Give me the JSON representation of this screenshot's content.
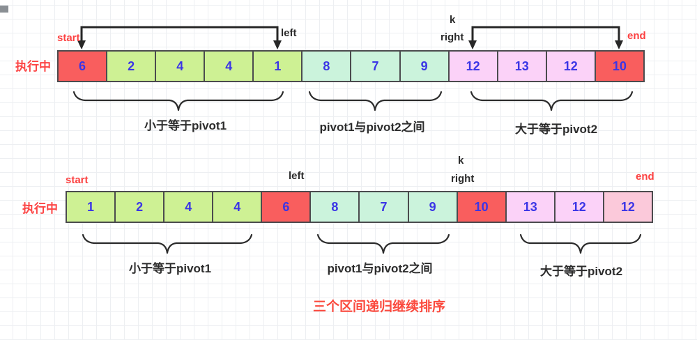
{
  "palette": {
    "cell_red": "#f95e5e",
    "cell_green": "#cef194",
    "cell_mint": "#cbf3dc",
    "cell_violet": "#fbd2f8",
    "cell_rose": "#fbc9da",
    "cell_border": "#4b4b4e",
    "number_blue": "#3b35e6",
    "label_red": "#fc4141",
    "label_dark": "#2b2b2b",
    "arrow_black": "#272727"
  },
  "rows": [
    {
      "name": "执行中",
      "pointers": {
        "start": "start",
        "left": "left",
        "k": "k",
        "right": "right",
        "end": "end"
      },
      "cells": [
        {
          "value": "6",
          "color": "red"
        },
        {
          "value": "2",
          "color": "green"
        },
        {
          "value": "4",
          "color": "green"
        },
        {
          "value": "4",
          "color": "green"
        },
        {
          "value": "1",
          "color": "green"
        },
        {
          "value": "8",
          "color": "mint"
        },
        {
          "value": "7",
          "color": "mint"
        },
        {
          "value": "9",
          "color": "mint"
        },
        {
          "value": "12",
          "color": "violet"
        },
        {
          "value": "13",
          "color": "violet"
        },
        {
          "value": "12",
          "color": "violet"
        },
        {
          "value": "10",
          "color": "red"
        }
      ],
      "braces": [
        {
          "label": "小于等于pivot1"
        },
        {
          "label": "pivot1与pivot2之间"
        },
        {
          "label": "大于等于pivot2"
        }
      ]
    },
    {
      "name": "执行中",
      "pointers": {
        "start": "start",
        "left": "left",
        "k": "k",
        "right": "right",
        "end": "end"
      },
      "cells": [
        {
          "value": "1",
          "color": "green"
        },
        {
          "value": "2",
          "color": "green"
        },
        {
          "value": "4",
          "color": "green"
        },
        {
          "value": "4",
          "color": "green"
        },
        {
          "value": "6",
          "color": "red"
        },
        {
          "value": "8",
          "color": "mint"
        },
        {
          "value": "7",
          "color": "mint"
        },
        {
          "value": "9",
          "color": "mint"
        },
        {
          "value": "10",
          "color": "red"
        },
        {
          "value": "13",
          "color": "violet"
        },
        {
          "value": "12",
          "color": "violet"
        },
        {
          "value": "12",
          "color": "rose"
        }
      ],
      "braces": [
        {
          "label": "小于等于pivot1"
        },
        {
          "label": "pivot1与pivot2之间"
        },
        {
          "label": "大于等于pivot2"
        }
      ]
    }
  ],
  "footer": {
    "text": "三个区间递归继续排序"
  }
}
